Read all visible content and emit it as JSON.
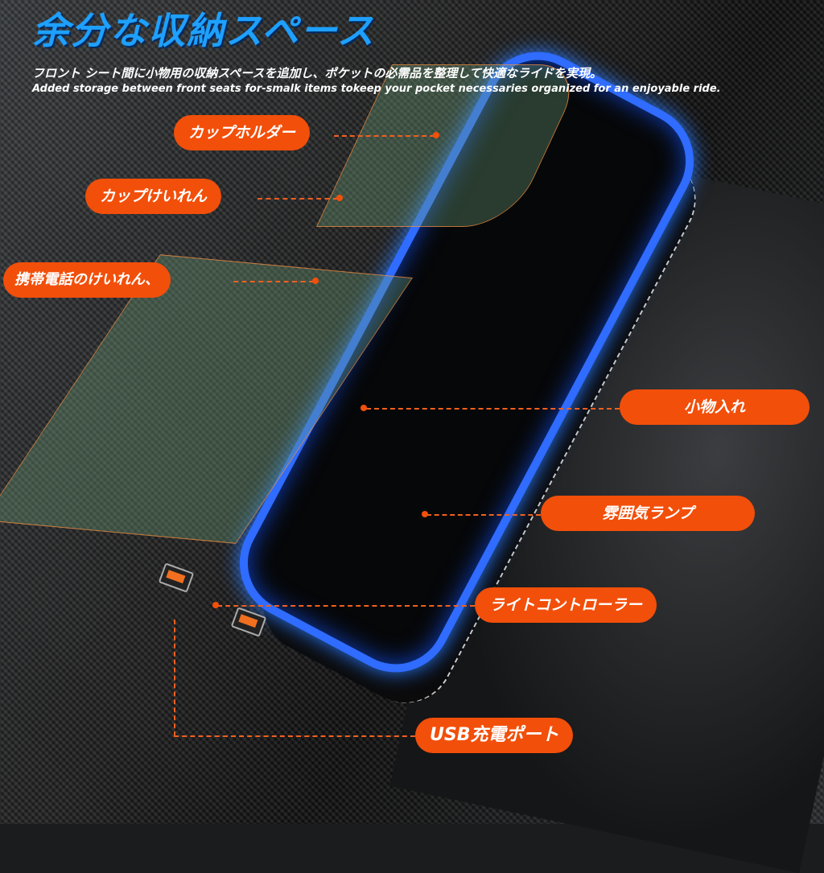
{
  "title": "余分な収納スペース",
  "subtitle_ja": "フロント シート間に小物用の収納スペースを追加し、ポケットの必需品を整理して快適なライドを実現。",
  "subtitle_en": "Added storage between front seats for-smalk items tokeep your pocket necessaries organized for an enjoyable ride.",
  "labels": {
    "cup_holder": "カップホルダー",
    "cup_slot": "カップけいれん",
    "phone_slot": "携帯電話のけいれん、",
    "small_items": "小物入れ",
    "ambient_lamp": "雰囲気ランプ",
    "light_controller": "ライトコントローラー",
    "usb_port": "USB充電ポート"
  },
  "colors": {
    "accent": "#f24f0a",
    "title": "#1ea0ff",
    "glow": "#2f6cff"
  }
}
